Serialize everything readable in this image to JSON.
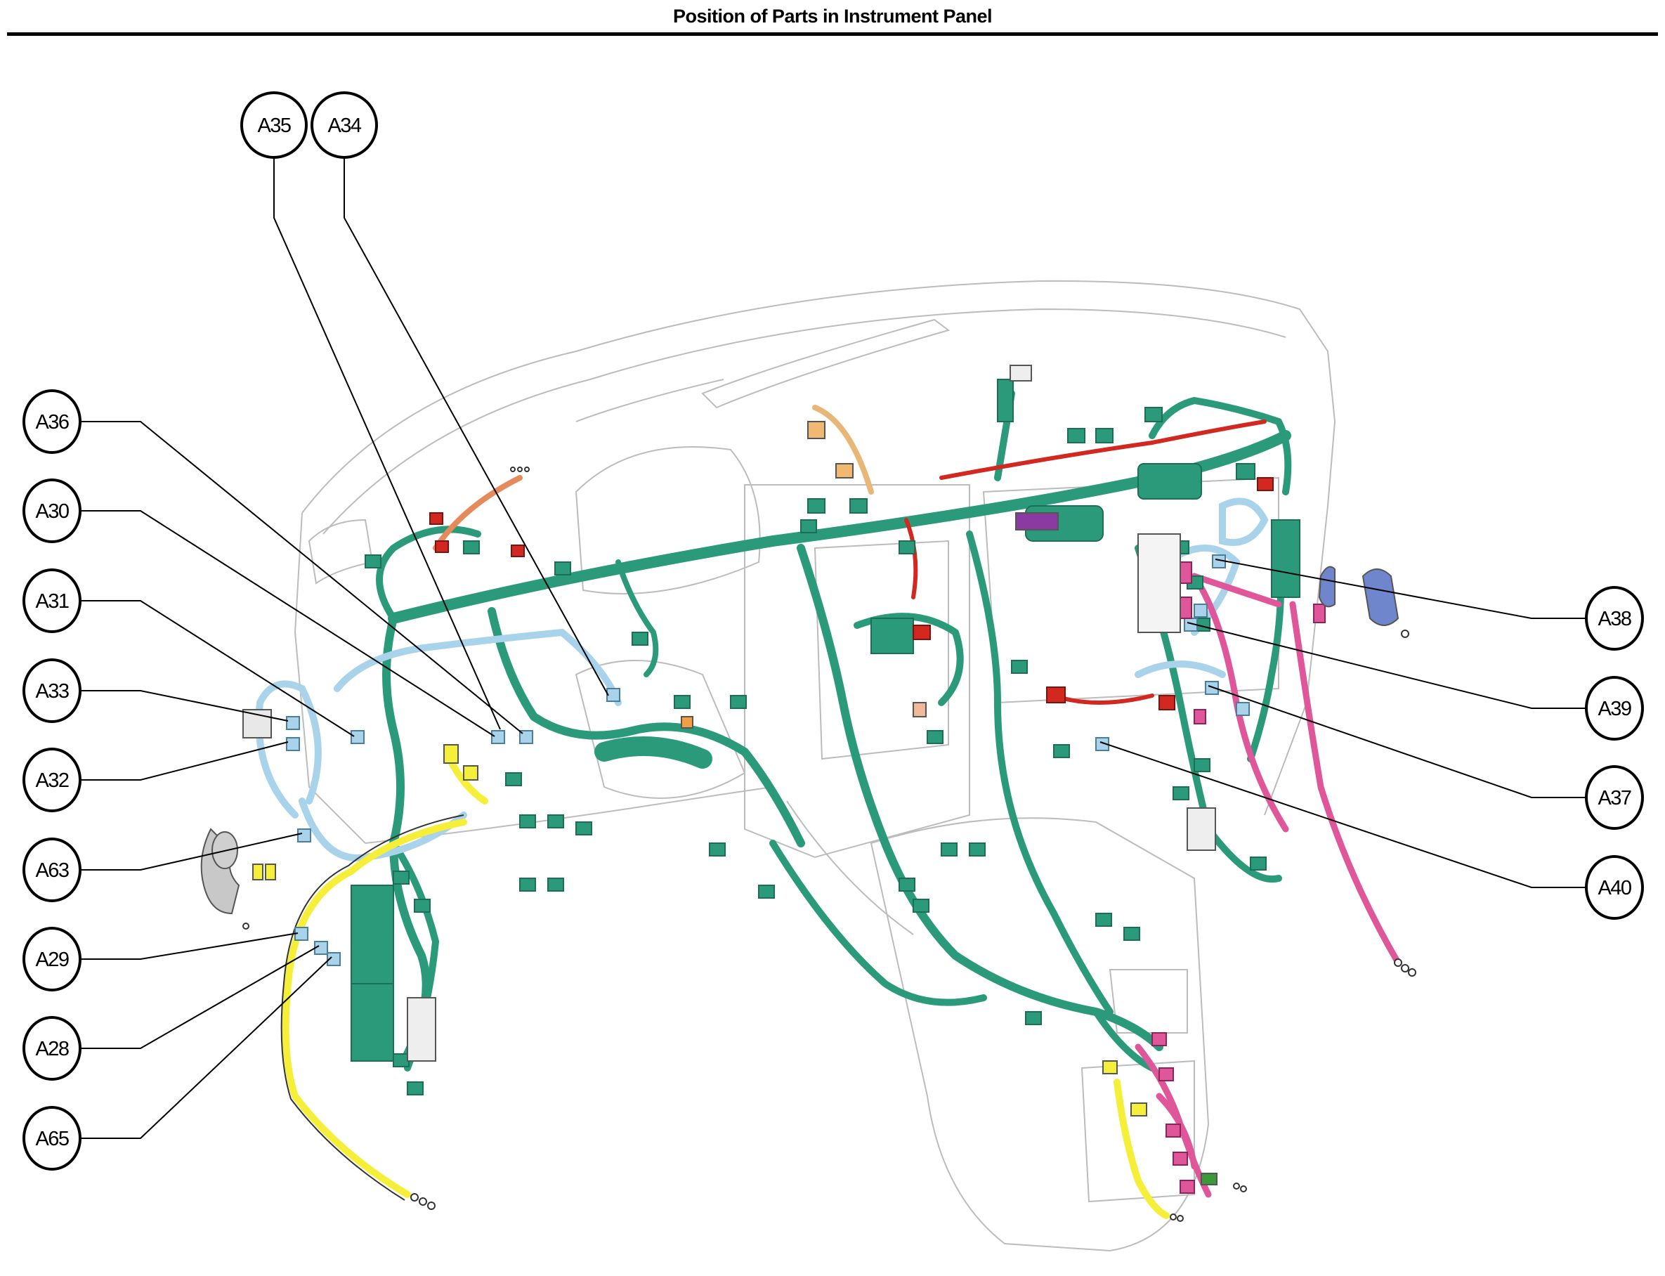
{
  "title": "Position of Parts in Instrument Panel",
  "colors": {
    "harness_main": "#2b9a7b",
    "harness_light_blue": "#a9d3ea",
    "harness_yellow": "#f5ef3a",
    "harness_pink": "#e0569a",
    "harness_red": "#d2281f",
    "harness_orange": "#e58a5a",
    "outline": "#bcbcbc",
    "callout_line": "#000000"
  },
  "callouts": [
    {
      "id": "A35",
      "label": "A35"
    },
    {
      "id": "A34",
      "label": "A34"
    },
    {
      "id": "A36",
      "label": "A36"
    },
    {
      "id": "A30",
      "label": "A30"
    },
    {
      "id": "A31",
      "label": "A31"
    },
    {
      "id": "A33",
      "label": "A33"
    },
    {
      "id": "A32",
      "label": "A32"
    },
    {
      "id": "A63",
      "label": "A63"
    },
    {
      "id": "A29",
      "label": "A29"
    },
    {
      "id": "A28",
      "label": "A28"
    },
    {
      "id": "A65",
      "label": "A65"
    },
    {
      "id": "A38",
      "label": "A38"
    },
    {
      "id": "A39",
      "label": "A39"
    },
    {
      "id": "A37",
      "label": "A37"
    },
    {
      "id": "A40",
      "label": "A40"
    }
  ]
}
